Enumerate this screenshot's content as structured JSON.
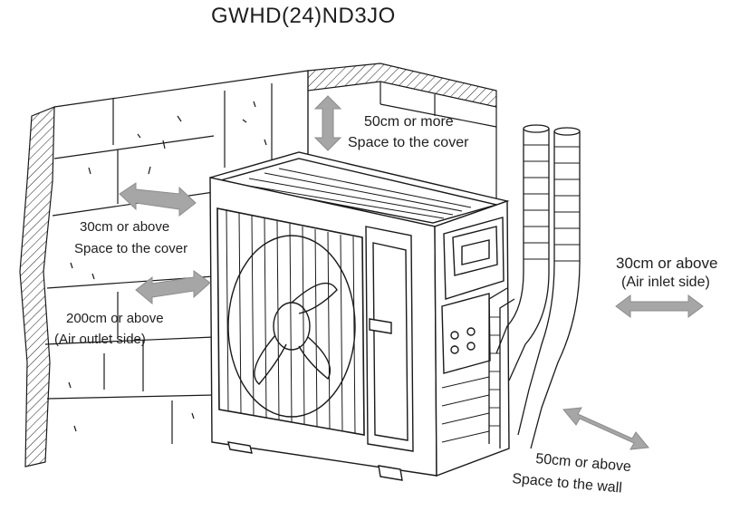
{
  "title": "GWHD(24)ND3JO",
  "clearances": {
    "top": {
      "line1": "50cm or more",
      "line2": "Space to the cover"
    },
    "left": {
      "line1": "30cm or above",
      "line2": "Space to the cover"
    },
    "outlet": {
      "line1": "200cm or above",
      "line2": "(Air outlet side)"
    },
    "inlet": {
      "line1": "30cm or above",
      "line2": "(Air inlet side)"
    },
    "wall": {
      "line1": "50cm or above",
      "line2": "Space to the wall"
    }
  },
  "colors": {
    "arrow": "#a6a6a6",
    "line": "#1a1a1a",
    "background": "#ffffff"
  }
}
